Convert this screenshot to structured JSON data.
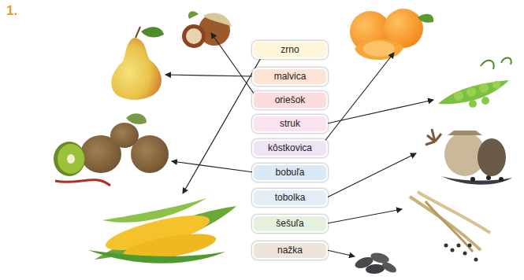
{
  "diagram": {
    "nodes": [
      {
        "text": [
          "zrno"
        ]
      },
      {
        "text": [
          "malvica"
        ]
      },
      {
        "text": [
          "oriešok"
        ]
      },
      {
        "text": [
          "struk"
        ]
      },
      {
        "text": [
          "kôstkovica"
        ]
      },
      {
        "text": [
          "bobuľa"
        ]
      },
      {
        "text": [
          "tobolka"
        ]
      },
      {
        "text": [
          "šešuľa"
        ]
      },
      {
        "text": [
          "nažka"
        ]
      }
    ],
    "edges": [],
    "labels": [
      "1."
    ]
  }
}
